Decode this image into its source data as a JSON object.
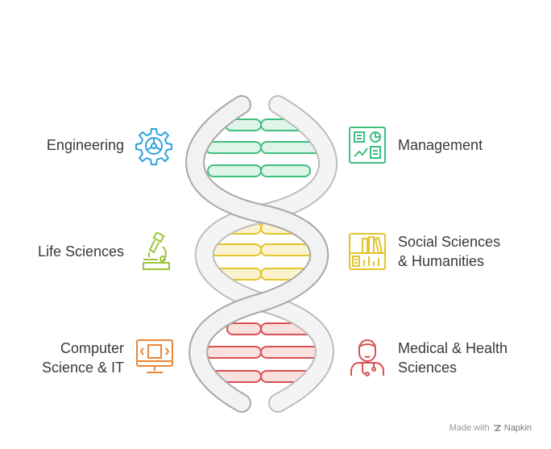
{
  "categories": [
    {
      "id": "engineering",
      "lines": [
        "Engineering"
      ],
      "side": "left",
      "color": "#2ea3d9",
      "fill": "#dcf0f9",
      "icon": "gear-icon"
    },
    {
      "id": "management",
      "lines": [
        "Management"
      ],
      "side": "right",
      "color": "#3fbf7f",
      "fill": "#e0f5e9",
      "icon": "dashboard-icon"
    },
    {
      "id": "life-sciences",
      "lines": [
        "Life Sciences"
      ],
      "side": "left",
      "color": "#9dc43a",
      "fill": "#eef6da",
      "icon": "microscope-icon"
    },
    {
      "id": "social-sciences",
      "lines": [
        "Social Sciences",
        "& Humanities"
      ],
      "side": "right",
      "color": "#e3c42a",
      "fill": "#fbf3cf",
      "icon": "books-chart-icon"
    },
    {
      "id": "computer-science",
      "lines": [
        "Computer",
        "Science & IT"
      ],
      "side": "left",
      "color": "#e8873a",
      "fill": "#fbe6d6",
      "icon": "monitor-code-icon"
    },
    {
      "id": "medical",
      "lines": [
        "Medical & Health",
        "Sciences"
      ],
      "side": "right",
      "color": "#d95050",
      "fill": "#fbe0e0",
      "icon": "doctor-icon"
    }
  ],
  "watermark": {
    "made_with": "Made with",
    "brand": "Napkin"
  }
}
